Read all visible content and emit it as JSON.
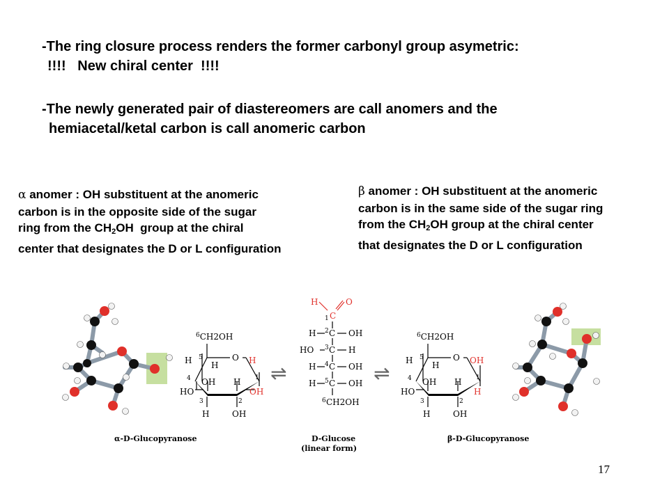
{
  "slide": {
    "bullet1": {
      "dash": "-",
      "text": "The ring closure process renders the former carbonyl group asymetric:",
      "line2": "!!!!   New chiral center  !!!!"
    },
    "bullet2": {
      "dash": "-",
      "text": "The newly generated pair of diastereomers are call anomers and the",
      "line2": "hemiacetal/ketal carbon is call anomeric carbon"
    },
    "alpha_desc": {
      "symbol": "α",
      "line1": " anomer : OH substituent at the anomeric",
      "line2": "carbon is in the opposite side of the sugar",
      "line3_pre": "ring from the CH",
      "line3_sub": "2",
      "line3_post": "OH  group at the chiral",
      "line4": "center that designates the D or L configuration"
    },
    "beta_desc": {
      "symbol": "β",
      "line1": " anomer : OH substituent at the anomeric",
      "line2": "carbon is in the same side of the sugar ring",
      "line3_pre": "from the CH",
      "line3_sub": "2",
      "line3_post": "OH group at the chiral center",
      "line4": "that designates the D or L configuration"
    },
    "page_number": "17"
  },
  "figure": {
    "alpha_caption": "α-D-Glucopyranose",
    "linear_caption": "D-Glucose",
    "linear_caption2": "(linear form)",
    "beta_caption": "β-D-Glucopyranose",
    "ring": {
      "ch2oh": "CH2OH",
      "c6": "6",
      "c5": "5",
      "c4": "4",
      "c3": "3",
      "c2": "2",
      "c1": "1",
      "o": "O",
      "h": "H",
      "oh": "OH",
      "ho": "HO"
    },
    "linear": {
      "top_h": "H",
      "top_o": "O",
      "c": "C",
      "h": "H",
      "oh": "OH",
      "ho": "HO",
      "ch2oh": "CH2OH",
      "nums": [
        "1",
        "2",
        "3",
        "4",
        "5",
        "6"
      ]
    },
    "colors": {
      "red": "#e0302a",
      "highlight": "#c6dfa0",
      "bond_gray": "#8c9aa8",
      "carbon": "#111111",
      "hydrogen": "#f2f2f2"
    },
    "arrows": "⇌"
  }
}
